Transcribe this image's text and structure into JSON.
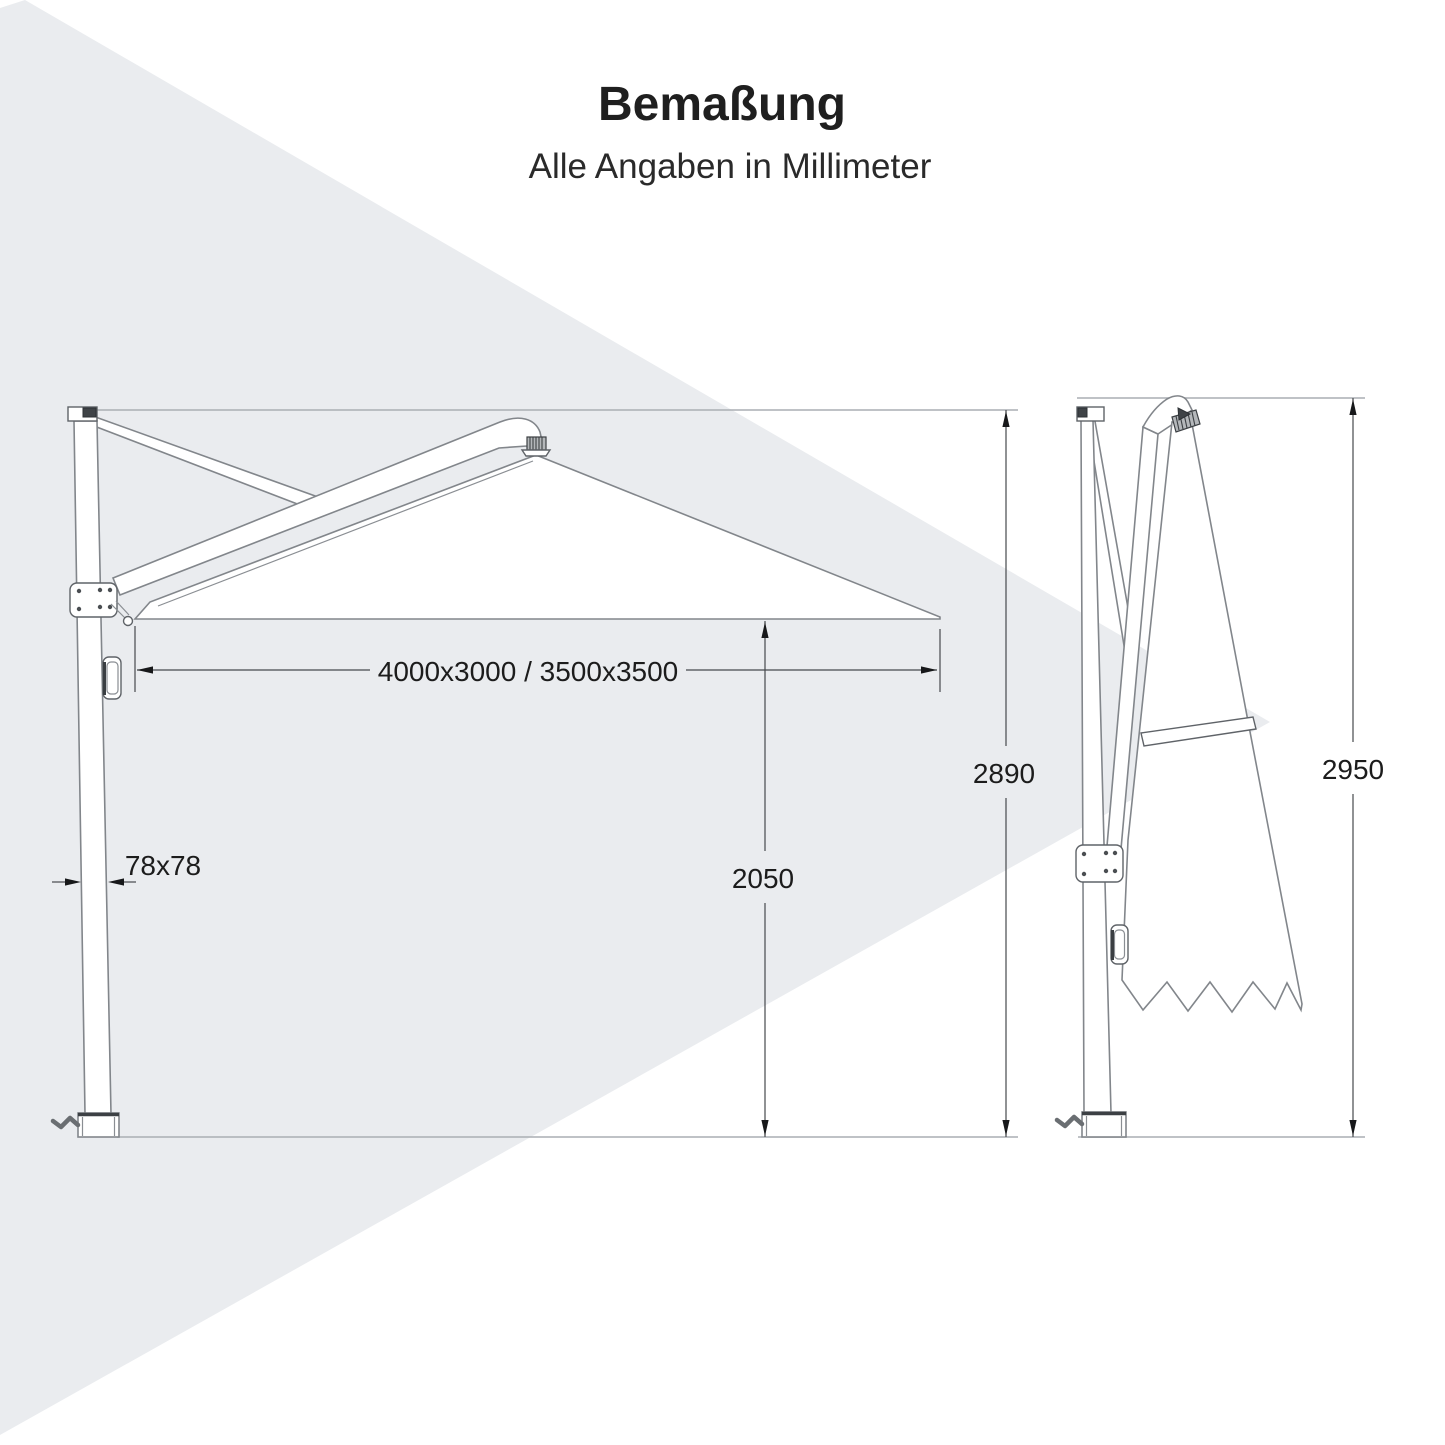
{
  "title": {
    "heading": "Bemaßung",
    "subheading": "Alle Angaben in Millimeter"
  },
  "dims": {
    "span": "4000x3000 / 3500x3500",
    "open_total": "2890",
    "clearance": "2050",
    "pole": "78x78",
    "closed_total": "2950"
  },
  "colors": {
    "background": "#ffffff",
    "watermark": "#eaecef",
    "drawing_outline": "#82868b",
    "dimension_line": "#46494d",
    "text": "#1f1f1f"
  }
}
